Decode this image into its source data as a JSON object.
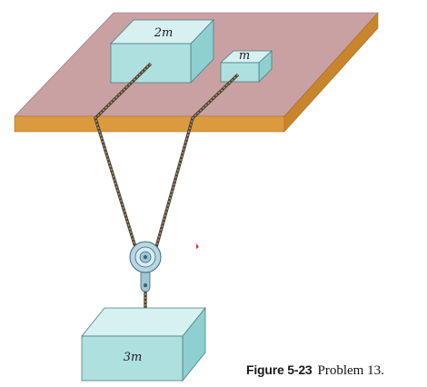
{
  "blocks": {
    "top_left": "2m",
    "top_right": "m",
    "hanging": "3m"
  },
  "caption": {
    "figure_number": "Figure 5-23",
    "text": "Problem 13."
  },
  "colors": {
    "table_top": "#c9a1a3",
    "table_edge": "#dc9a3e",
    "block_front": "#aee0df",
    "block_top": "#d6f1f0",
    "block_side": "#8ecfcf",
    "pulley": "#b6d6e2",
    "rope": "#8a7a5e"
  }
}
